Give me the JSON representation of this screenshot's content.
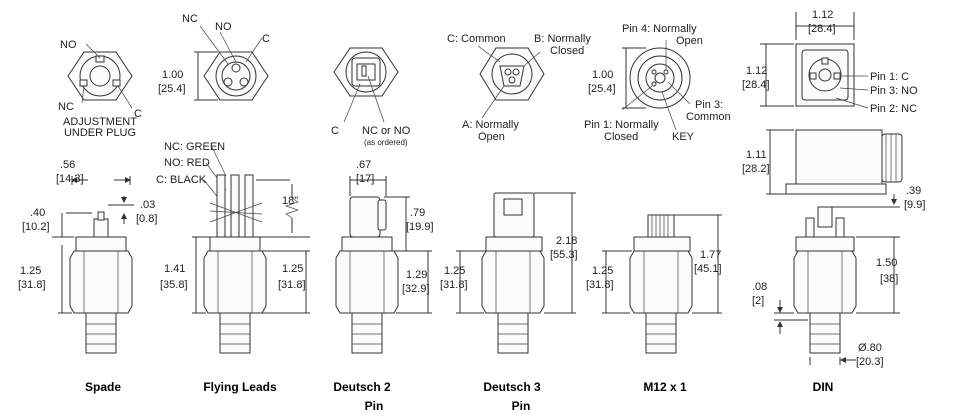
{
  "spade": {
    "top_labels": {
      "no": "NO",
      "nc": "NC",
      "c": "C",
      "adjust_1": "ADJUSTMENT",
      "adjust_2": "UNDER PLUG"
    },
    "dims": {
      "w_in": ".56",
      "w_mm": "[14.3]",
      "term_in": ".40",
      "term_mm": "[10.2]",
      "gap_in": ".03",
      "gap_mm": "[0.8]",
      "h_in": "1.25",
      "h_mm": "[31.8]"
    },
    "caption": "Spade"
  },
  "flying": {
    "top_labels": {
      "nc": "NC",
      "no": "NO",
      "c": "C",
      "dia_in": "1.00",
      "dia_mm": "[25.4]"
    },
    "wires": {
      "green": "NC: GREEN",
      "red": "NO: RED",
      "black": "C: BLACK",
      "len": "18\""
    },
    "dims": {
      "h1_in": "1.41",
      "h1_mm": "[35.8]",
      "h2_in": "1.25",
      "h2_mm": "[31.8]"
    },
    "caption": "Flying Leads"
  },
  "deutsch2": {
    "top_labels": {
      "c": "C",
      "ncno": "NC or NO",
      "ordered": "(as ordered)"
    },
    "dims": {
      "w_in": ".67",
      "w_mm": "[17]",
      "c_in": ".79",
      "c_mm": "[19.9]",
      "h_in": "1.29",
      "h_mm": "[32.9]"
    },
    "caption_1": "Deutsch 2",
    "caption_2": "Pin"
  },
  "deutsch3": {
    "top_labels": {
      "common": "C: Common",
      "nc_1": "B: Normally",
      "nc_2": "Closed",
      "no_1": "A: Normally",
      "no_2": "Open"
    },
    "dims": {
      "h1_in": "1.25",
      "h1_mm": "[31.8]",
      "h2_in": "2.18",
      "h2_mm": "[55.3]"
    },
    "caption_1": "Deutsch 3",
    "caption_2": "Pin"
  },
  "m12": {
    "top_labels": {
      "pin4_1": "Pin 4: Normally",
      "pin4_2": "Open",
      "pin3_1": "Pin 3:",
      "pin3_2": "Common",
      "pin1_1": "Pin 1: Normally",
      "pin1_2": "Closed",
      "key": "KEY",
      "dia_in": "1.00",
      "dia_mm": "[25.4]"
    },
    "dims": {
      "h1_in": "1.25",
      "h1_mm": "[31.8]",
      "h2_in": "1.77",
      "h2_mm": "[45.1]"
    },
    "caption": "M12 x 1"
  },
  "din": {
    "top_labels": {
      "w_in": "1.12",
      "w_mm": "[28.4]",
      "h_in": "1.12",
      "h_mm": "[28.4]",
      "pin1": "Pin 1: C",
      "pin3": "Pin 3: NO",
      "pin2": "Pin 2: NC"
    },
    "dims": {
      "c_in": "1.11",
      "c_mm": "[28.2]",
      "t_in": ".39",
      "t_mm": "[9.9]",
      "h_in": "1.50",
      "h_mm": "[38]",
      "b_in": ".08",
      "b_mm": "[2]",
      "d_in": "Ø.80",
      "d_mm": "[20.3]"
    },
    "caption": "DIN"
  }
}
